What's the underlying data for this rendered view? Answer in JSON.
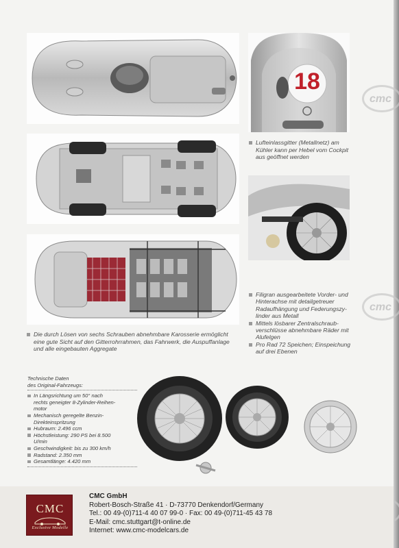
{
  "captions": {
    "grill": [
      "Lufteinlassgitter (Metallnetz) am",
      "Kühler kann per Hebel vom Cockpit",
      "aus geöffnet werden"
    ],
    "body": [
      "Die durch Lösen von sechs Schrauben abnehmbare Karosserie ermöglicht",
      "eine gute Sicht auf den Gitterrohrrahmen, das Fahrwerk, die Auspuffanlage",
      "und alle eingebauten Aggregate"
    ]
  },
  "features": [
    [
      "Filigran ausgearbeitete Vorder- und",
      "Hinterachse mit detailgetreuer",
      "Radaufhängung und Federungszy-",
      "linder aus Metall"
    ],
    [
      "Mittels lösbarer Zentralschraub-",
      "verschlüsse abnehmbare Räder mit",
      "Alufelgen"
    ],
    [
      "Pro Rad 72 Speichen; Einspeichung",
      "auf drei Ebenen"
    ]
  ],
  "race_number": "18",
  "tech": {
    "head": [
      "Technische Daten",
      "des Original-Fahrzeugs:"
    ],
    "items": [
      [
        "In Längsrichtung um 50° nach",
        "rechts geneigter 8-Zylinder-Reihen-",
        "motor"
      ],
      [
        "Mechanisch geregelte Benzin-",
        "Direkteinspritzung"
      ],
      [
        "Hubraum: 2.496 ccm"
      ],
      [
        "Höchstleistung: 290 PS bei 8.500",
        "U/min"
      ],
      [
        "Geschwindigkeit: bis zu 300 km/h"
      ],
      [
        "Radstand: 2.350 mm"
      ],
      [
        "Gesamtlänge: 4.420 mm"
      ]
    ]
  },
  "footer": {
    "logo": "CMC",
    "logo_sub": "Exclusive Modelle",
    "company": "CMC GmbH",
    "address": "Robert-Bosch-Straße 41 · D-73770 Denkendorf/Germany",
    "tel": "Tel.: 00 49-(0)711-4 40 07 99-0 · Fax: 00 49-(0)711-45 43 78",
    "email": "E-Mail: cmc.stuttgart@t-online.de",
    "internet": "Internet: www.cmc-modelcars.de"
  },
  "watermark": "cmc",
  "colors": {
    "brand": "#7a1a1e",
    "race_number": "#c0202a"
  }
}
